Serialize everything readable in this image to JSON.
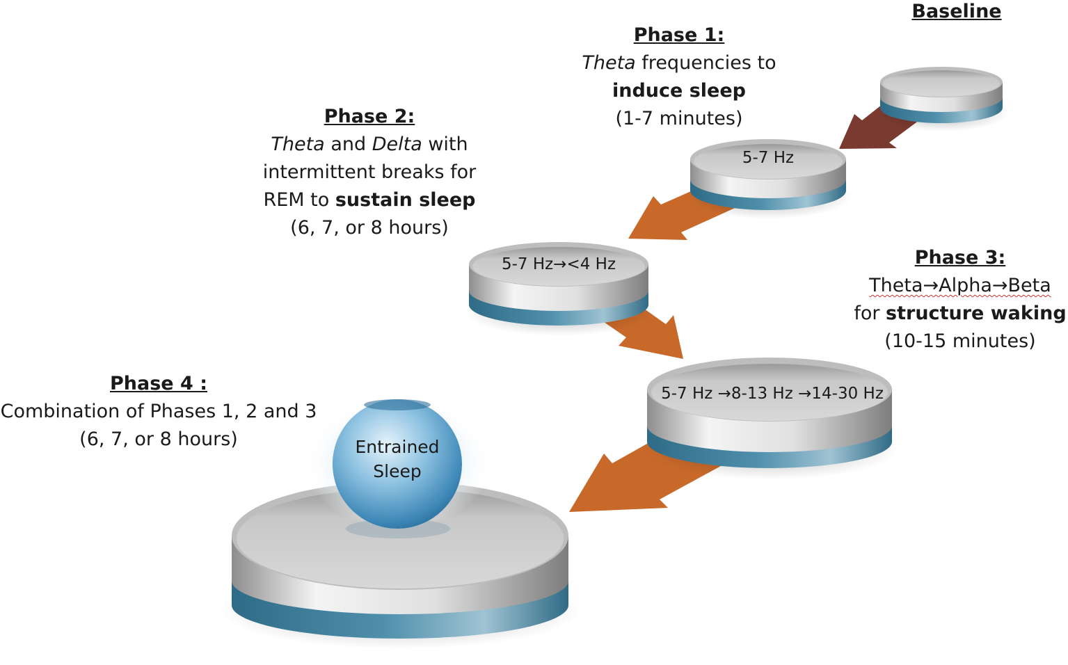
{
  "baseline": {
    "title": "Baseline"
  },
  "phase1": {
    "title": "Phase 1:",
    "line1_italic": "Theta",
    "line1_rest": " frequencies to",
    "line2_bold": "induce sleep",
    "line3": "(1-7 minutes)",
    "freq": "5-7 Hz"
  },
  "phase2": {
    "title": "Phase 2:",
    "line1_italic_a": "Theta",
    "line1_mid": " and ",
    "line1_italic_b": "Delta",
    "line1_end": " with",
    "line2": "intermittent breaks for",
    "line3_pre": "REM to ",
    "line3_bold": "sustain sleep",
    "line4": "(6, 7, or 8 hours)",
    "freq": "5-7 Hz→<4 Hz"
  },
  "phase3": {
    "title": "Phase 3:",
    "line1": "Theta→Alpha→Beta",
    "line2_pre": "for ",
    "line2_bold": "structure waking",
    "line3": "(10-15 minutes)",
    "freq": "5-7 Hz →8-13 Hz →14-30 Hz"
  },
  "phase4": {
    "title": "Phase 4 :",
    "line1": "Combination of Phases 1, 2 and 3",
    "line2": "(6, 7, or 8 hours)",
    "orb_line1": "Entrained",
    "orb_line2": "Sleep"
  },
  "colors": {
    "arrow_orange": "#c8692a",
    "arrow_brown": "#7a3a30",
    "disk_top": "#c9c9c9",
    "disk_band": "#3e7e98",
    "orb": "#4f9bc9"
  }
}
